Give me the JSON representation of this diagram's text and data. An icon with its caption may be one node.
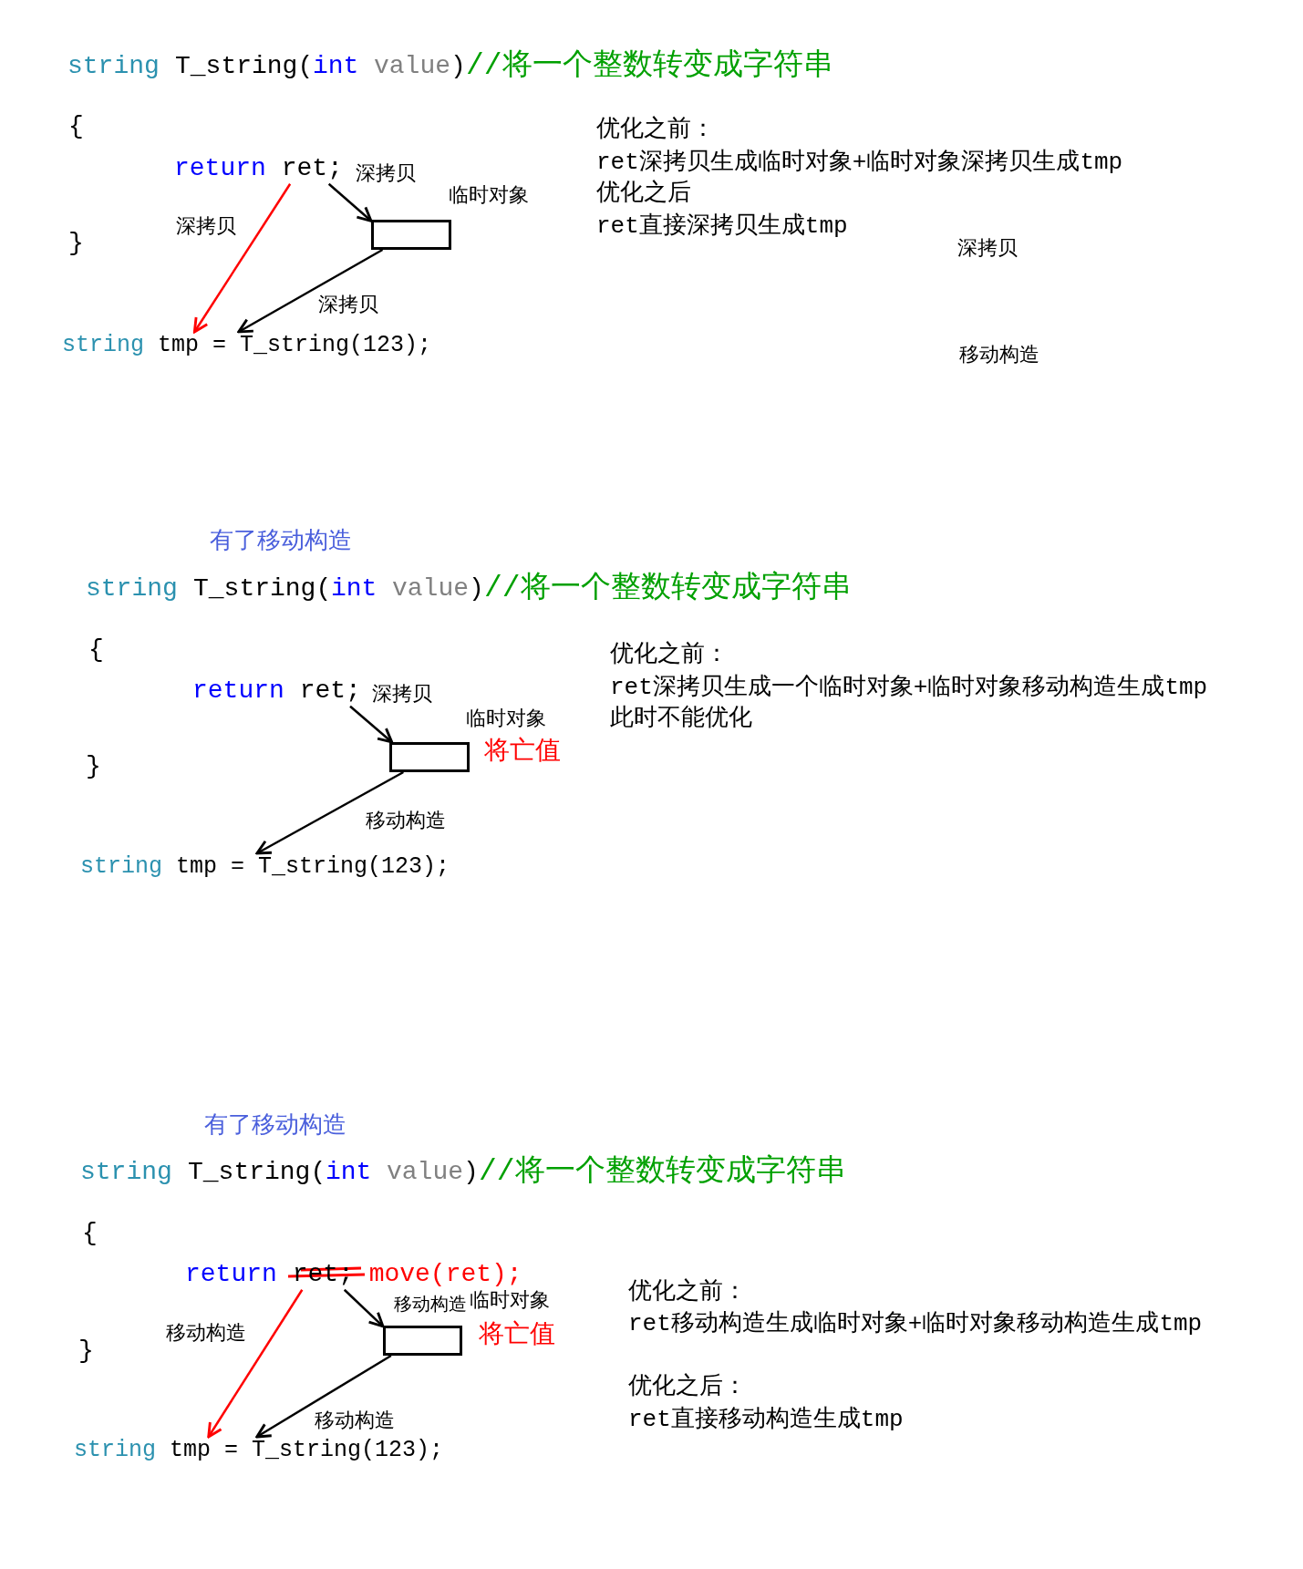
{
  "diagram": {
    "nodes": [
      {
        "text": [
          "return",
          "ret;"
        ]
      },
      {
        "text": [],
        "shape": "box",
        "beside": [
          "临时对象"
        ]
      },
      {
        "text": [
          "string",
          "tmp = T_string(123);"
        ]
      },
      {
        "text": [
          "return",
          "ret;"
        ]
      },
      {
        "text": [],
        "shape": "box",
        "beside": [
          "临时对象",
          "将亡值"
        ]
      },
      {
        "text": [
          "string",
          "tmp = T_string(123);"
        ]
      },
      {
        "text": [
          "return",
          "ret;",
          "move(ret);"
        ]
      },
      {
        "text": [],
        "shape": "box",
        "beside": [
          "临时对象",
          "将亡值"
        ]
      },
      {
        "text": [
          "string",
          "tmp = T_string(123);"
        ]
      }
    ],
    "edges": [
      {
        "from": 0,
        "to": 1,
        "arrow": "to",
        "label": "深拷贝"
      },
      {
        "from": 0,
        "to": 2,
        "arrow": "to",
        "label": "深拷贝",
        "color": "#ff0000"
      },
      {
        "from": 1,
        "to": 2,
        "arrow": "to",
        "label": "深拷贝"
      },
      {
        "from": 3,
        "to": 4,
        "arrow": "to",
        "label": "深拷贝"
      },
      {
        "from": 4,
        "to": 5,
        "arrow": "to",
        "label": "移动构造"
      },
      {
        "from": 6,
        "to": 7,
        "arrow": "to",
        "label": "移动构造"
      },
      {
        "from": 6,
        "to": 8,
        "arrow": "to",
        "label": "移动构造",
        "color": "#ff0000"
      },
      {
        "from": 7,
        "to": 8,
        "arrow": "to",
        "label": "移动构造"
      }
    ],
    "labels": [
      "string",
      "T_string(",
      "int",
      "value",
      ")",
      "//将一个整数转变成字符串",
      "{",
      "}",
      "优化之前：",
      "ret深拷贝生成临时对象+临时对象深拷贝生成tmp",
      "优化之后",
      "ret直接深拷贝生成tmp",
      "深拷贝",
      "移动构造",
      "有了移动构造",
      "string",
      "T_string(",
      "int",
      "value",
      ")",
      "//将一个整数转变成字符串",
      "{",
      "}",
      "优化之前：",
      "ret深拷贝生成一个临时对象+临时对象移动构造生成tmp",
      "此时不能优化",
      "有了移动构造",
      "string",
      "T_string(",
      "int",
      "value",
      ")",
      "//将一个整数转变成字符串",
      "{",
      "}",
      "优化之前：",
      "ret移动构造生成临时对象+临时对象移动构造生成tmp",
      "优化之后：",
      "ret直接移动构造生成tmp"
    ]
  }
}
